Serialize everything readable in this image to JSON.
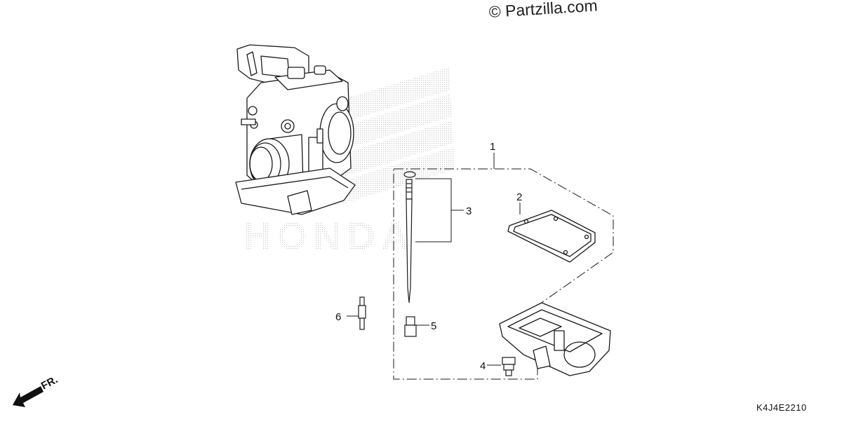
{
  "watermark": "© Partzilla.com",
  "diagram_code": "K4J4E2210",
  "front_label": "FR.",
  "ghost_logo_text": "HONDA",
  "callouts": [
    {
      "id": "1",
      "label": "1"
    },
    {
      "id": "2",
      "label": "2"
    },
    {
      "id": "3",
      "label": "3"
    },
    {
      "id": "4",
      "label": "4"
    },
    {
      "id": "5",
      "label": "5"
    },
    {
      "id": "6",
      "label": "6"
    }
  ],
  "colors": {
    "line": "#1a1a1a",
    "dots": "#bdbdbd"
  }
}
